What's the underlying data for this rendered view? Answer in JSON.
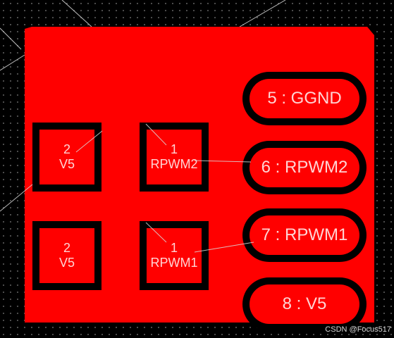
{
  "board_color": "#ff0000",
  "square_pads": [
    {
      "name": "pad-v5-top",
      "number": "2",
      "net": "V5"
    },
    {
      "name": "pad-rpwm2",
      "number": "1",
      "net": "RPWM2"
    },
    {
      "name": "pad-v5-bottom",
      "number": "2",
      "net": "V5"
    },
    {
      "name": "pad-rpwm1",
      "number": "1",
      "net": "RPWM1"
    }
  ],
  "oval_pads": [
    {
      "name": "pad-5-ggnd",
      "label": "5 : GGND"
    },
    {
      "name": "pad-6-rpwm2",
      "label": "6 : RPWM2"
    },
    {
      "name": "pad-7-rpwm1",
      "label": "7 : RPWM1"
    },
    {
      "name": "pad-8-v5",
      "label": "8 : V5"
    }
  ],
  "watermark": "CSDN @Focus517"
}
